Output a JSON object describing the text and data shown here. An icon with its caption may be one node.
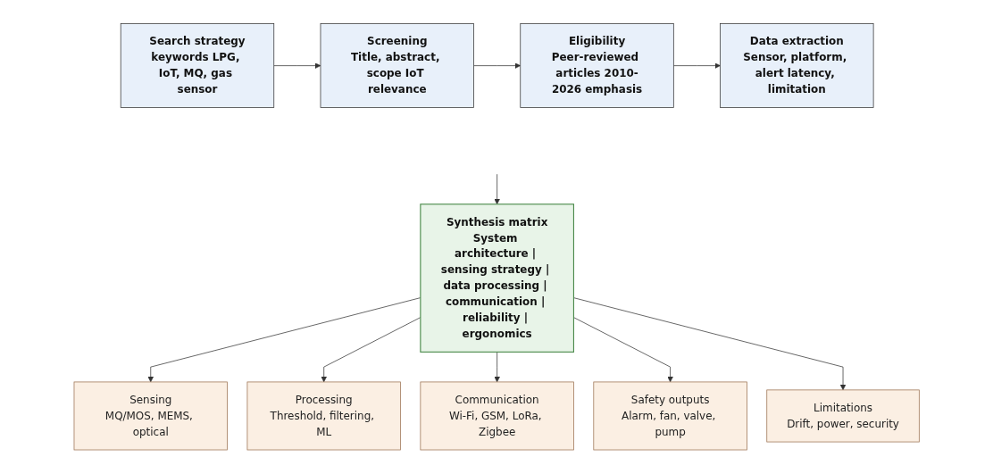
{
  "diagram": {
    "nodes": [
      {
        "text": [
          "Search strategy",
          "keywords LPG, IoT, MQ, gas sensor"
        ]
      },
      {
        "text": [
          "Screening",
          "Title, abstract, scope IoT relevance"
        ]
      },
      {
        "text": [
          "Eligibility",
          "Peer-reviewed articles 2010-2026 emphasis"
        ]
      },
      {
        "text": [
          "Data extraction",
          "Sensor, platform, alert latency, limitation"
        ]
      },
      {
        "text": [
          "Synthesis matrix",
          "System architecture | sensing strategy | data processing | communication | reliability | ergonomics"
        ]
      },
      {
        "text": [
          "Sensing",
          "MQ/MOS, MEMS, optical"
        ]
      },
      {
        "text": [
          "Processing",
          "Threshold, filtering, ML"
        ]
      },
      {
        "text": [
          "Communication",
          "Wi-Fi, GSM, LoRa, Zigbee"
        ]
      },
      {
        "text": [
          "Safety outputs",
          "Alarm, fan, valve, pump"
        ]
      },
      {
        "text": [
          "Limitations",
          "Drift, power, security"
        ]
      }
    ],
    "edges": [
      {
        "from": 0,
        "to": 1,
        "arrow": "to"
      },
      {
        "from": 1,
        "to": 2,
        "arrow": "to"
      },
      {
        "from": 2,
        "to": 3,
        "arrow": "to"
      },
      {
        "from": null,
        "to": 4,
        "arrow": "to"
      },
      {
        "from": 4,
        "to": 5,
        "arrow": "to"
      },
      {
        "from": 4,
        "to": 6,
        "arrow": "to"
      },
      {
        "from": 4,
        "to": 7,
        "arrow": "to"
      },
      {
        "from": 4,
        "to": 8,
        "arrow": "to"
      },
      {
        "from": 4,
        "to": 9,
        "arrow": "to"
      }
    ]
  }
}
